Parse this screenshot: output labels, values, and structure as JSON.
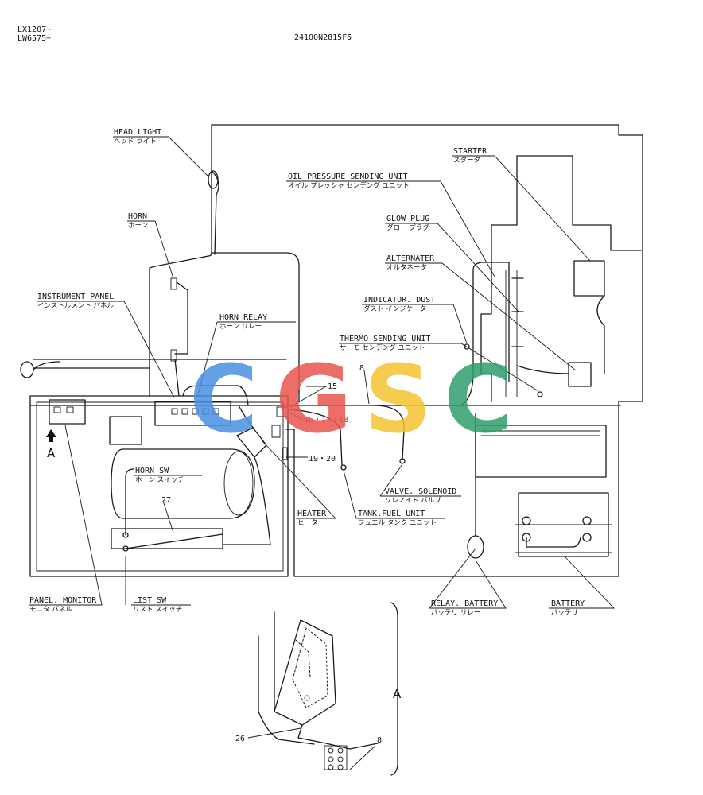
{
  "header": {
    "model_line_1": "LX1207~",
    "model_line_2": "LW6575~",
    "drawing_number": "24100N2815F5"
  },
  "labels": [
    {
      "id": "head-light",
      "en": "HEAD LIGHT",
      "jp": "ヘッド ライト"
    },
    {
      "id": "horn",
      "en": "HORN",
      "jp": "ホーン"
    },
    {
      "id": "instrument-panel",
      "en": "INSTRUMENT PANEL",
      "jp": "インストルメント パネル"
    },
    {
      "id": "horn-relay",
      "en": "HORN RELAY",
      "jp": "ホーン リレー"
    },
    {
      "id": "horn-sw",
      "en": "HORN SW",
      "jp": "ホーン スイッチ"
    },
    {
      "id": "panel-monitor",
      "en": "PANEL. MONITOR",
      "jp": "モニタ パネル"
    },
    {
      "id": "list-sw",
      "en": "LIST SW",
      "jp": "リスト スイッチ"
    },
    {
      "id": "heater",
      "en": "HEATER",
      "jp": "ヒータ"
    },
    {
      "id": "tank-fuel-unit",
      "en": "TANK.FUEL UNIT",
      "jp": "フュエル タンク ユニット"
    },
    {
      "id": "valve-solenoid",
      "en": "VALVE. SOLENOID",
      "jp": "ソレノイド バルブ"
    },
    {
      "id": "relay-battery",
      "en": "RELAY. BATTERY",
      "jp": "バッテリ リレー"
    },
    {
      "id": "battery",
      "en": "BATTERY",
      "jp": "バッテリ"
    },
    {
      "id": "starter",
      "en": "STARTER",
      "jp": "スタータ"
    },
    {
      "id": "oil-pressure",
      "en": "OIL PRESSURE SENDING UNIT",
      "jp": "オイル プレッシャ センデング ユニット"
    },
    {
      "id": "glow-plug",
      "en": "GLOW PLUG",
      "jp": "グロー プラグ"
    },
    {
      "id": "alternater",
      "en": "ALTERNATER",
      "jp": "オルタネータ"
    },
    {
      "id": "indicator-dust",
      "en": "INDICATOR. DUST",
      "jp": "ダスト インジケータ"
    },
    {
      "id": "thermo-sending",
      "en": "THERMO SENDING UNIT",
      "jp": "サーモ センデング ユニット"
    }
  ],
  "callouts": {
    "n8_top": "8",
    "n15": "15",
    "n16_17_18": "16・17・18",
    "n19_20": "19・20",
    "n27": "27",
    "n26": "26",
    "n8_bottom": "8",
    "view_marker": "A",
    "view_title": "A"
  },
  "watermark": {
    "letters": [
      "C",
      "G",
      "S",
      "C"
    ],
    "colors": [
      "#4a90e2",
      "#e8554e",
      "#f4c430",
      "#2e9e6b"
    ]
  }
}
